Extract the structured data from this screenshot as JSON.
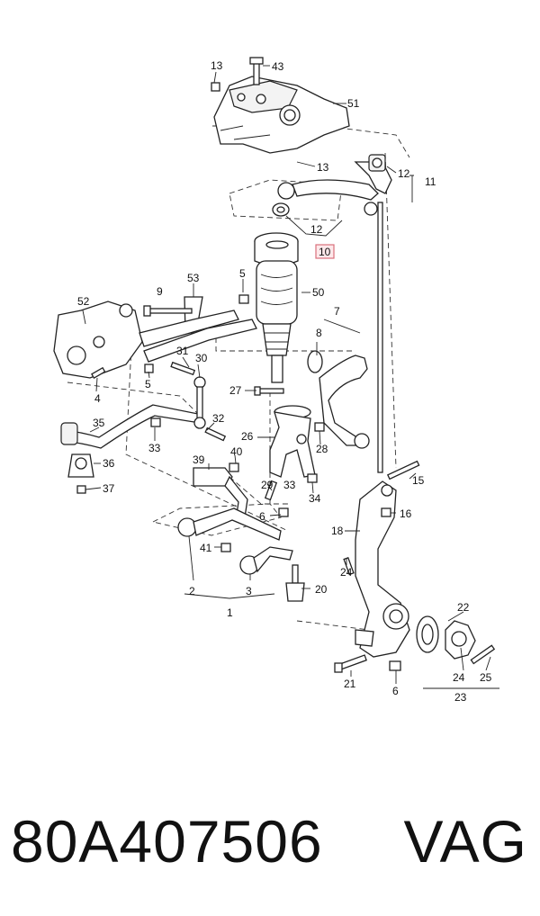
{
  "diagram": {
    "labels": [
      "13",
      "43",
      "51",
      "13",
      "12",
      "11",
      "12",
      "10",
      "5",
      "53",
      "9",
      "52",
      "50",
      "7",
      "8",
      "4",
      "5",
      "31",
      "30",
      "27",
      "35",
      "36",
      "37",
      "33",
      "32",
      "40",
      "26",
      "28",
      "29",
      "39",
      "33",
      "34",
      "6",
      "41",
      "2",
      "3",
      "1",
      "20",
      "18",
      "15",
      "16",
      "24",
      "22",
      "24",
      "25",
      "23",
      "21",
      "6"
    ]
  },
  "footer": {
    "part_number": "80A407506",
    "brand": "VAG"
  }
}
